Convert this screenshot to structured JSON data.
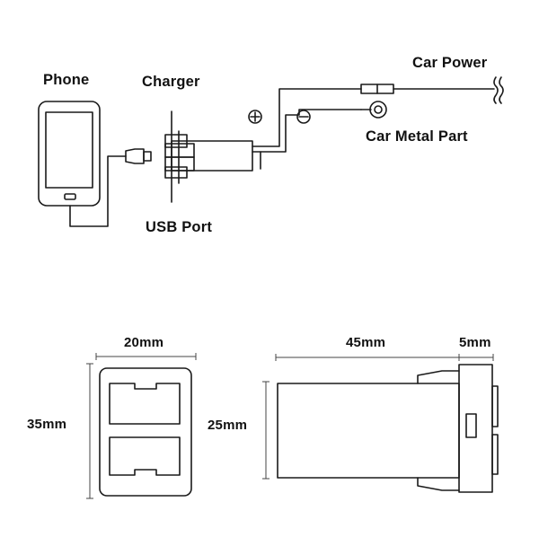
{
  "wiring": {
    "phone_label": "Phone",
    "charger_label": "Charger",
    "usb_port_label": "USB Port",
    "car_power_label": "Car Power",
    "car_metal_label": "Car Metal Part"
  },
  "dimensions": {
    "width_front": "20mm",
    "height_front": "35mm",
    "length_side": "45mm",
    "cap_side": "5mm",
    "height_side": "25mm"
  },
  "colors": {
    "line": "#1a1a1a",
    "background": "#ffffff"
  }
}
